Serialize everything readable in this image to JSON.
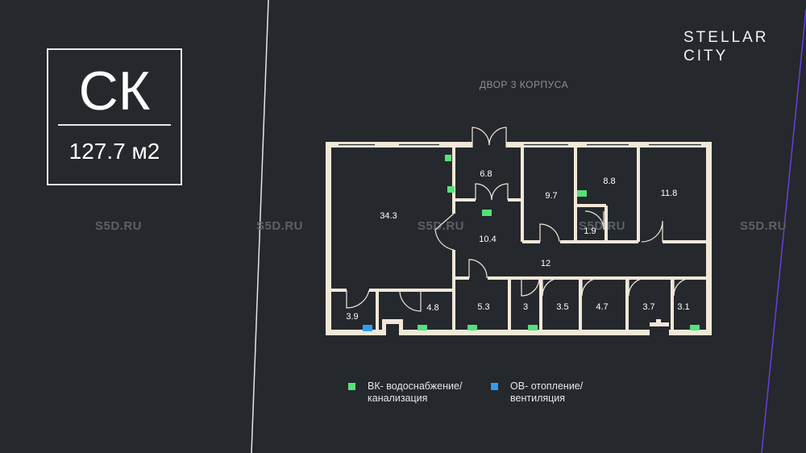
{
  "title": {
    "code": "СК",
    "area": "127.7 м2"
  },
  "logo": {
    "line1": "STELLAR",
    "line2": "CITY"
  },
  "plan": {
    "yard_label": "ДВОР 3 КОРПУСА"
  },
  "watermarks": [
    "S5D.RU",
    "S5D.RU",
    "S5D.RU",
    "S5D.RU",
    "S5D.RU"
  ],
  "rooms": [
    {
      "label": "34.3"
    },
    {
      "label": "6.8"
    },
    {
      "label": "9.7"
    },
    {
      "label": "8.8"
    },
    {
      "label": "11.8"
    },
    {
      "label": "10.4"
    },
    {
      "label": "1.9"
    },
    {
      "label": "12"
    },
    {
      "label": "3.9"
    },
    {
      "label": "4.8"
    },
    {
      "label": "5.3"
    },
    {
      "label": "3"
    },
    {
      "label": "3.5"
    },
    {
      "label": "4.7"
    },
    {
      "label": "3.7"
    },
    {
      "label": "3.1"
    }
  ],
  "legend": {
    "vk_line1": "ВК- водоснабжение/",
    "vk_line2": "канализация",
    "ov_line1": "ОВ- отопление/",
    "ov_line2": "вентиляция"
  },
  "colors": {
    "background": "#25282d",
    "walls": "#f2e8d8",
    "vk": "#56e07a",
    "ov": "#2f9ef0",
    "accent_line": "#6a3fd8"
  }
}
